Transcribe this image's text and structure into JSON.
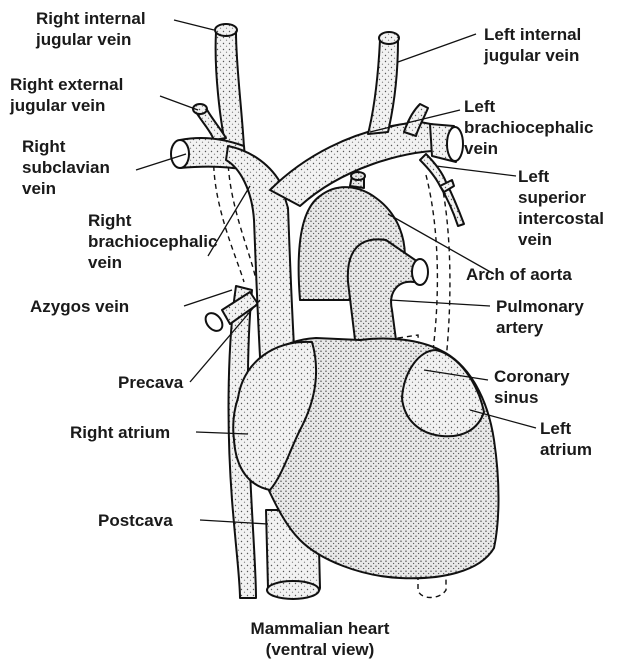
{
  "labels": {
    "right_internal_jugular": "Right internal\njugular vein",
    "right_external_jugular": "Right external\njugular vein",
    "right_subclavian": "Right\nsubclavian\nvein",
    "right_brachiocephalic": "Right\nbrachiocephalic\nvein",
    "azygos": "Azygos vein",
    "precava": "Precava",
    "right_atrium": "Right atrium",
    "postcava": "Postcava",
    "left_internal_jugular": "Left internal\njugular vein",
    "left_brachiocephalic": "Left\nbrachiocephalic\nvein",
    "left_superior_intercostal": "Left\nsuperior\nintercostal\nvein",
    "arch_of_aorta": "Arch of aorta",
    "pulmonary_artery": "Pulmonary\nartery",
    "coronary_sinus": "Coronary\nsinus",
    "left_atrium": "Left\natrium"
  },
  "caption": "Mammalian heart\n(ventral view)"
}
